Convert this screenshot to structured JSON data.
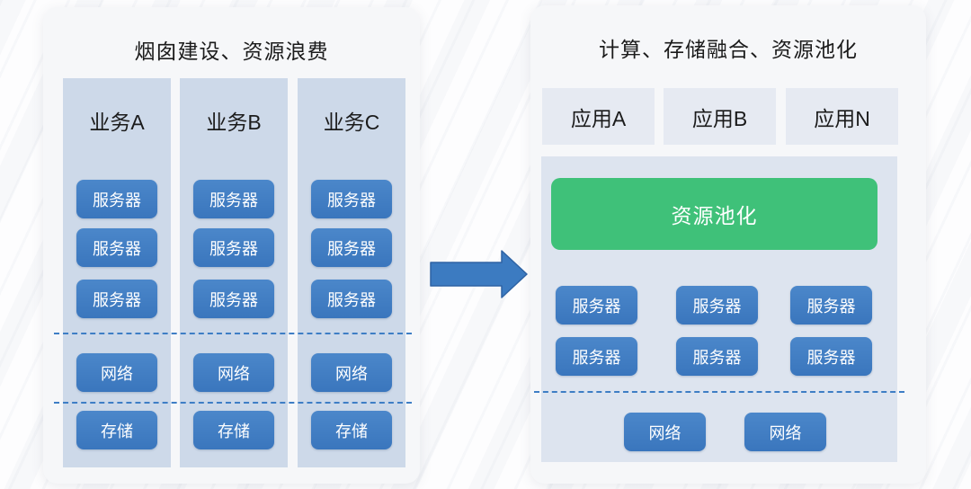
{
  "colors": {
    "accent_blue": "#3c7bc1",
    "box_blue_top": "#4b87ca",
    "box_blue_bottom": "#3a76bd",
    "green": "#3fc179",
    "dash_blue": "#3e7ec5",
    "column_bg": "#cdd9e9",
    "pool_bg": "#dde4ef",
    "app_bg": "#e6eaf2",
    "card_bg": "#f6f7f9",
    "text_dark": "#1b1b1b"
  },
  "left_panel": {
    "title": "烟囱建设、资源浪费",
    "columns": [
      {
        "header": "业务A",
        "servers": [
          "服务器",
          "服务器",
          "服务器"
        ],
        "network": "网络",
        "storage": "存储"
      },
      {
        "header": "业务B",
        "servers": [
          "服务器",
          "服务器",
          "服务器"
        ],
        "network": "网络",
        "storage": "存储"
      },
      {
        "header": "业务C",
        "servers": [
          "服务器",
          "服务器",
          "服务器"
        ],
        "network": "网络",
        "storage": "存储"
      }
    ]
  },
  "right_panel": {
    "title": "计算、存储融合、资源池化",
    "apps": [
      "应用A",
      "应用B",
      "应用N"
    ],
    "pool": {
      "label": "资源池化",
      "servers": [
        "服务器",
        "服务器",
        "服务器",
        "服务器",
        "服务器",
        "服务器"
      ],
      "networks": [
        "网络",
        "网络"
      ]
    }
  }
}
